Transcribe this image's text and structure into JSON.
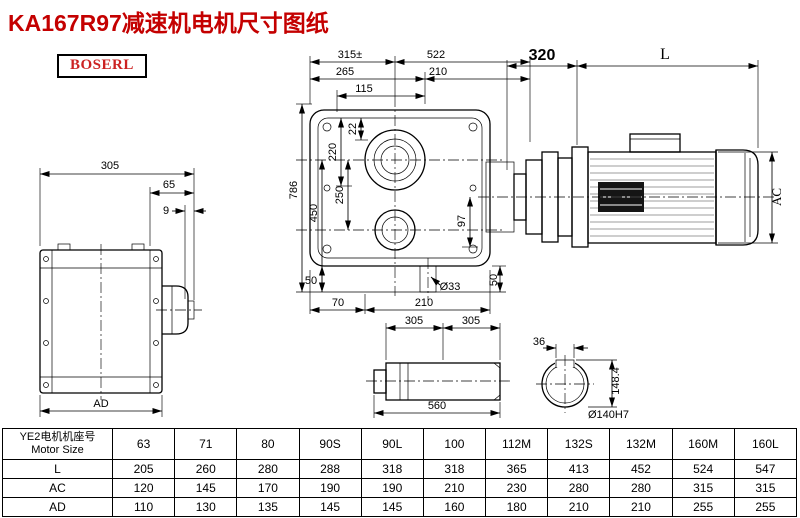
{
  "page": {
    "title": "KA167R97减速机电机尺寸图纸",
    "brand": "BOSERL"
  },
  "dims": {
    "side": {
      "w305": "305",
      "w65": "65",
      "w9": "9",
      "ad": "AD"
    },
    "front": {
      "t315": "315±",
      "t522": "522",
      "t265": "265",
      "t210": "210",
      "t115": "115",
      "v22": "22",
      "v220": "220",
      "v250": "250",
      "v450": "450",
      "v786": "786",
      "v97": "97",
      "b50l": "50",
      "b70": "70",
      "b210": "210",
      "b50r": "50",
      "b33": "Ø33"
    },
    "motor": {
      "d320": "320",
      "len": "L",
      "ac": "AC"
    },
    "shaft": {
      "a305": "305",
      "b305": "305",
      "total": "560"
    },
    "bore": {
      "key36": "36",
      "h148": "148.4",
      "dia": "Ø140H7"
    }
  },
  "table": {
    "header": {
      "line1": "YE2电机机座号",
      "line2": "Motor Size"
    },
    "sizes": [
      "63",
      "71",
      "80",
      "90S",
      "90L",
      "100",
      "112M",
      "132S",
      "132M",
      "160M",
      "160L"
    ],
    "rows": [
      {
        "label": "L",
        "values": [
          "205",
          "260",
          "280",
          "288",
          "318",
          "318",
          "365",
          "413",
          "452",
          "524",
          "547"
        ]
      },
      {
        "label": "AC",
        "values": [
          "120",
          "145",
          "170",
          "190",
          "190",
          "210",
          "230",
          "280",
          "280",
          "315",
          "315"
        ]
      },
      {
        "label": "AD",
        "values": [
          "110",
          "130",
          "135",
          "145",
          "145",
          "160",
          "180",
          "210",
          "210",
          "255",
          "255"
        ]
      }
    ]
  }
}
